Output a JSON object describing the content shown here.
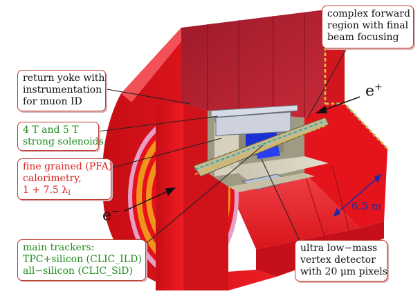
{
  "labels": {
    "forward": [
      "complex forward",
      "region with final",
      "beam focusing"
    ],
    "yoke": [
      "return yoke with",
      "instrumentation",
      "for muon ID"
    ],
    "solenoids": [
      "4 T and 5 T",
      "strong solenoids"
    ],
    "calorimetry": [
      "fine grained (PFA)",
      "calorimetry,",
      "1 + 7.5 λ",
      "I"
    ],
    "trackers": [
      "main trackers:",
      "TPC+silicon (CLIC_ILD)",
      "all−silicon (CLIC_SiD)"
    ],
    "vertex": [
      "ultra low−mass",
      "vertex detector",
      "with 20 μm pixels"
    ]
  },
  "beams": {
    "positron": "e",
    "positron_charge": "+",
    "electron": "e",
    "electron_charge": "−"
  },
  "dimension": "6.5 m",
  "colors": {
    "yoke": "#e8111a",
    "yoke_dark": "#b80a12",
    "yoke_light": "#f2343b",
    "box_border": "#c0392b",
    "green_text": "#1e8c1e",
    "red_text": "#d6201c",
    "ring_orange": "#f0941c",
    "ring_pink": "#e6a0c8",
    "vertex_blue": "#1a2fd6",
    "arrow_blue": "#1a2aa8"
  }
}
